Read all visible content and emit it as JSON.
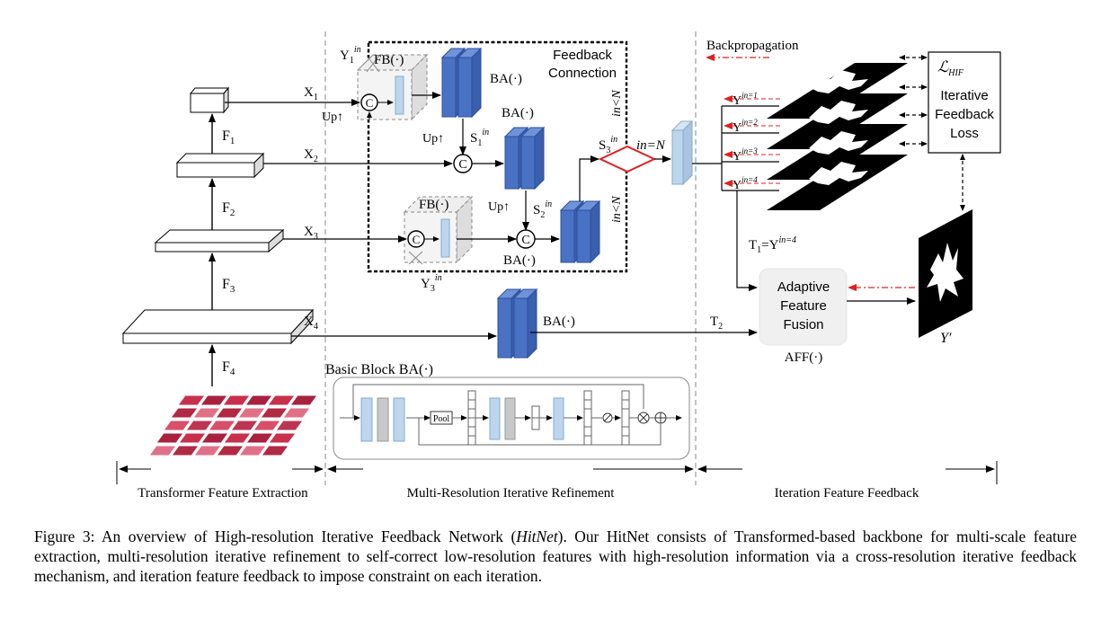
{
  "stages": {
    "left": "Transformer Feature Extraction",
    "middle": "Multi-Resolution Iterative Refinement",
    "right": "Iteration Feature Feedback"
  },
  "features": {
    "f1": "F",
    "f2": "F",
    "f3": "F",
    "f4": "F",
    "sub1": "1",
    "sub2": "2",
    "sub3": "3",
    "sub4": "4"
  },
  "inputs": {
    "x1": "X",
    "x2": "X",
    "x3": "X",
    "x4": "X",
    "sub1": "1",
    "sub2": "2",
    "sub3": "3",
    "sub4": "4"
  },
  "labels": {
    "feedback_connection_1": "Feedback",
    "feedback_connection_2": "Connection",
    "ba": "BA(·)",
    "fb": "FB(·)",
    "up": "Up",
    "concat": "C",
    "y1": "Y",
    "y1_sub": "1",
    "y3": "Y",
    "y3_sub": "3",
    "in_sup": "in",
    "s1": "S",
    "s1_sub": "1",
    "s2": "S",
    "s2_sub": "2",
    "s3": "S",
    "s3_sub": "3",
    "in_eq_n": "in=N",
    "in_lt_n_top": "in<N",
    "in_lt_n_bottom": "in<N",
    "backpropagation": "Backpropagation",
    "loss_symbol": "ℒ",
    "loss_sub": "HIF",
    "loss_1": "Iterative",
    "loss_2": "Feedback",
    "loss_3": "Loss",
    "y_iter_1": "Y",
    "y_iter_2": "Y",
    "y_iter_3": "Y",
    "y_iter_4": "Y",
    "y_iter_sup_1": "in=1",
    "y_iter_sup_2": "in=2",
    "y_iter_sup_3": "in=3",
    "y_iter_sup_4": "in=4",
    "t1": "T",
    "t1_sub": "1",
    "t1_eq": "=Y",
    "t1_sup": "in=4",
    "t2": "T",
    "t2_sub": "2",
    "aff_1": "Adaptive",
    "aff_2": "Feature",
    "aff_3": "Fusion",
    "aff_name": "AFF(·)",
    "y_prime": "Y",
    "y_prime_mark": "′",
    "basic_block_title": "Basic Block  BA(·)",
    "pool": "Pool"
  },
  "caption": {
    "lead": "Figure 3: An overview of High-resolution Iterative Feedback Network (",
    "name": "HitNet",
    "rest": "). Our HitNet consists of Transformed-based backbone for multi-scale feature extraction, multi-resolution iterative refinement to self-correct low-resolution features with high-resolution information via a cross-resolution iterative feedback mechanism, and iteration feature feedback to impose constraint on each iteration."
  },
  "colors": {
    "block_blue": "#4a72c4",
    "light_blue": "#bcd6ee",
    "feedback_red": "#e02020",
    "aff_fill": "#f0f0f0",
    "image_red": "#c8304c"
  }
}
